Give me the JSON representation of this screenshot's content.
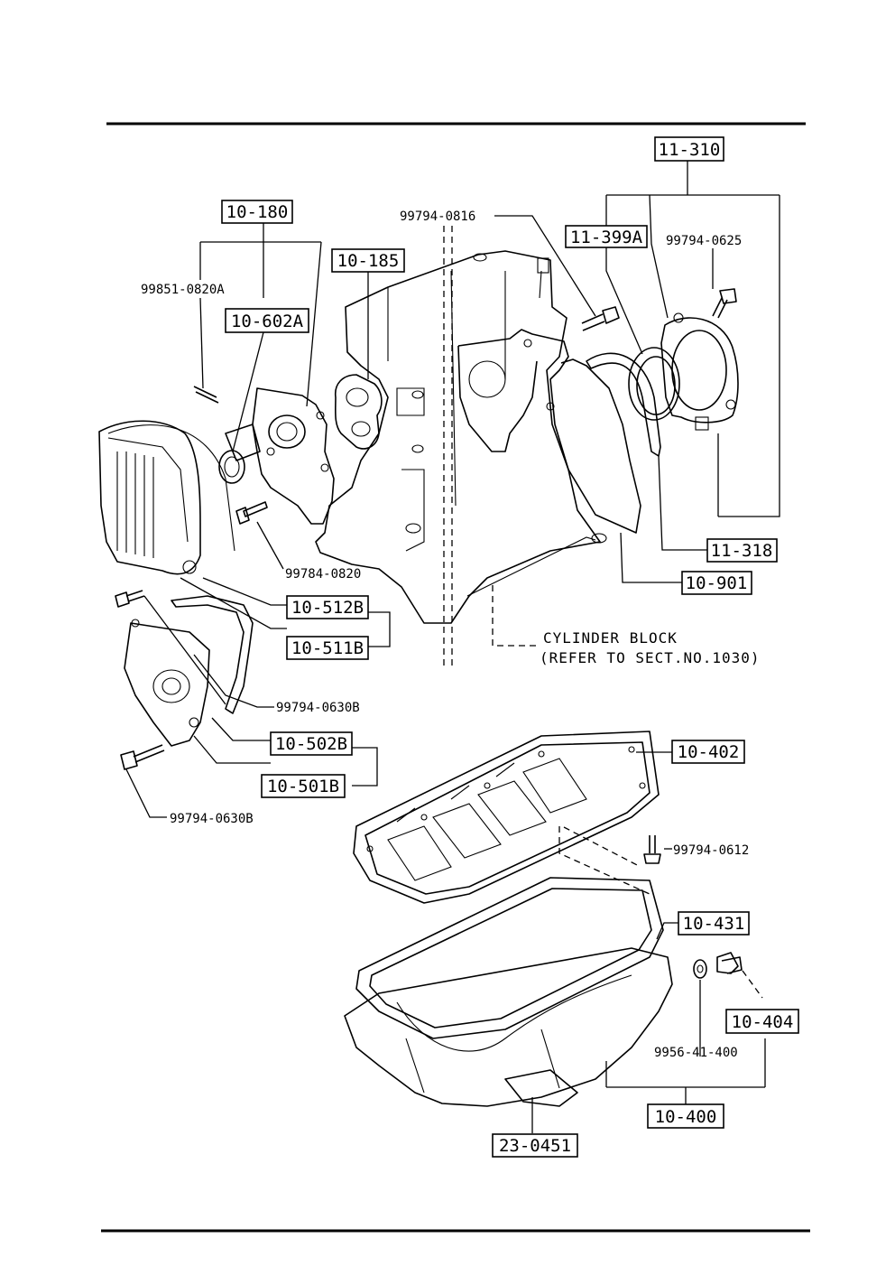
{
  "callouts": {
    "c_11_310": "11-310",
    "c_11_399a": "11-399A",
    "c_10_180": "10-180",
    "c_10_185": "10-185",
    "c_10_602a": "10-602A",
    "c_11_318": "11-318",
    "c_10_901": "10-901",
    "c_10_512b": "10-512B",
    "c_10_511b": "10-511B",
    "c_10_502b": "10-502B",
    "c_10_501b": "10-501B",
    "c_10_402": "10-402",
    "c_10_431": "10-431",
    "c_10_404": "10-404",
    "c_10_400": "10-400",
    "c_23_0451": "23-0451"
  },
  "parts": {
    "p_99794_0816": "99794-0816",
    "p_99794_0625": "99794-0625",
    "p_99851_0820a": "99851-0820A",
    "p_99784_0820": "99784-0820",
    "p_99794_0630b_upper": "99794-0630B",
    "p_99794_0630b_lower": "99794-0630B",
    "p_99794_0612": "99794-0612",
    "p_9956_41_400": "9956-41-400"
  },
  "note": {
    "line1": "CYLINDER BLOCK",
    "line2": "(REFER TO SECT.NO.1030)"
  }
}
